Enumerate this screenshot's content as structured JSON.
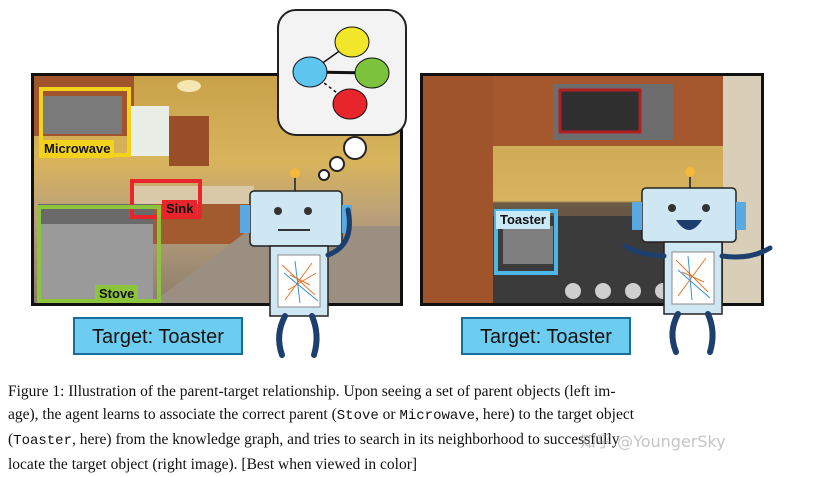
{
  "left_scene": {
    "detections": [
      {
        "label": "Microwave",
        "color": "#f2d21a"
      },
      {
        "label": "Sink",
        "color": "#e8252b"
      },
      {
        "label": "Stove",
        "color": "#8cc43c"
      }
    ],
    "target_label": "Target: Toaster"
  },
  "right_scene": {
    "detections": [
      {
        "label": "Toaster",
        "color": "#4db6e8"
      }
    ],
    "target_label": "Target: Toaster"
  },
  "thought_graph": {
    "node_colors": [
      "#f2e62a",
      "#5ec6ee",
      "#7cc23c",
      "#e8252b"
    ]
  },
  "caption": {
    "p1": "Figure 1: Illustration of the parent-target relationship. Upon seeing a set of parent objects (left im-",
    "p2a": "age), the agent learns to associate the correct parent (",
    "stove": "Stove",
    "or": " or ",
    "microwave": "Microwave",
    "p2b": ", here) to the target object",
    "open_paren": "(",
    "toaster": "Toaster",
    "p3": ", here) from the knowledge graph, and tries to search in its neighborhood to successfully",
    "p4": "locate the target object (right image). [Best when viewed in color]"
  },
  "watermark": "知乎 @YoungerSky"
}
